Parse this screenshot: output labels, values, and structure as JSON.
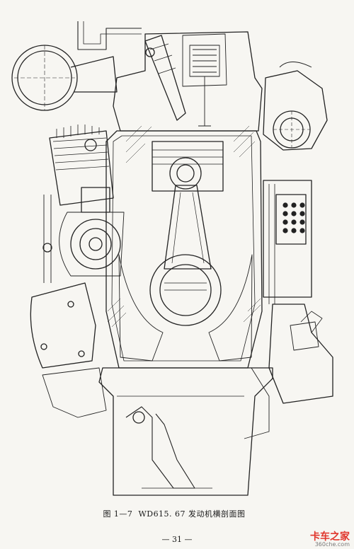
{
  "figure": {
    "label": "图 1—7",
    "title": "WD615. 67 发动机横剖面图"
  },
  "page_number": "— 31 —",
  "watermark": {
    "brand": "卡车之家",
    "site": "360che.com"
  }
}
